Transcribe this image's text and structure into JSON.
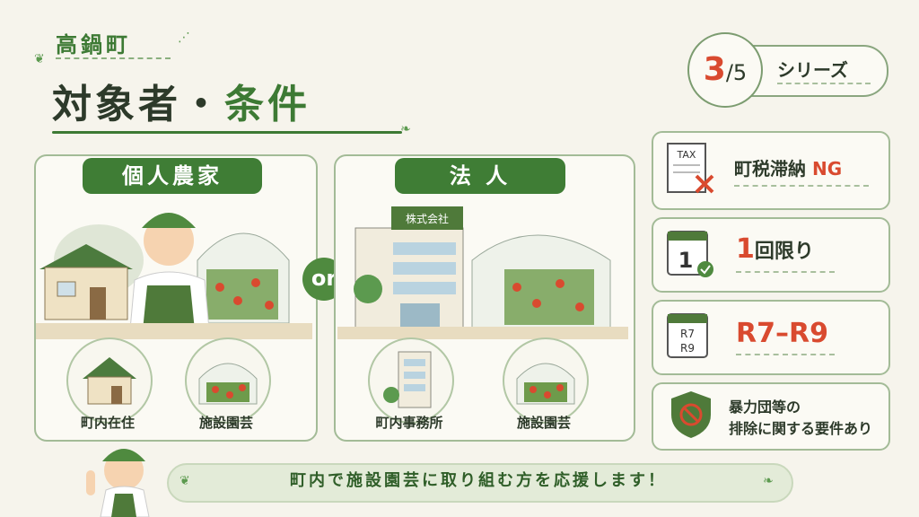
{
  "header": {
    "town": "高鍋町",
    "title_part1": "対象者・",
    "title_part2": "条件"
  },
  "series": {
    "current": "3",
    "total": "/5",
    "label": "シリーズ"
  },
  "individual": {
    "heading": "個人農家",
    "sub1_label": "町内在住",
    "sub2_label": "施設園芸"
  },
  "or_label": "or",
  "corporation": {
    "heading": "法 人",
    "sign": "株式会社",
    "sub1_label": "町内事務所",
    "sub2_label": "施設園芸"
  },
  "conditions": [
    {
      "icon": "tax-document-icon",
      "icon_text": "TAX",
      "text": "町税滞納 ",
      "highlight": "NG"
    },
    {
      "icon": "calendar-check-icon",
      "icon_text": "1",
      "text": "回限り",
      "highlight": "1"
    },
    {
      "icon": "calendar-period-icon",
      "icon_text": "R7\nR9",
      "highlight": "R7–R9"
    },
    {
      "icon": "shield-prohibit-icon",
      "line1": "暴力団等の",
      "line2": "排除に関する要件あり"
    }
  ],
  "banner": "町内で施設園芸に取り組む方を応援します！",
  "colors": {
    "accent_green": "#3f7d35",
    "accent_red": "#d94a2f",
    "background": "#f6f4ec"
  }
}
